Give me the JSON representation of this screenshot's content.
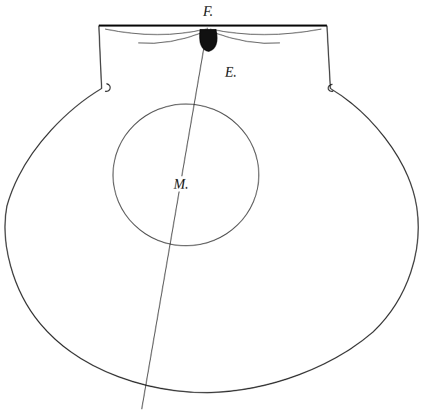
{
  "diagram": {
    "nodes": [
      {
        "text": [
          "M."
        ]
      }
    ],
    "labels": [
      "F.",
      "E."
    ]
  }
}
